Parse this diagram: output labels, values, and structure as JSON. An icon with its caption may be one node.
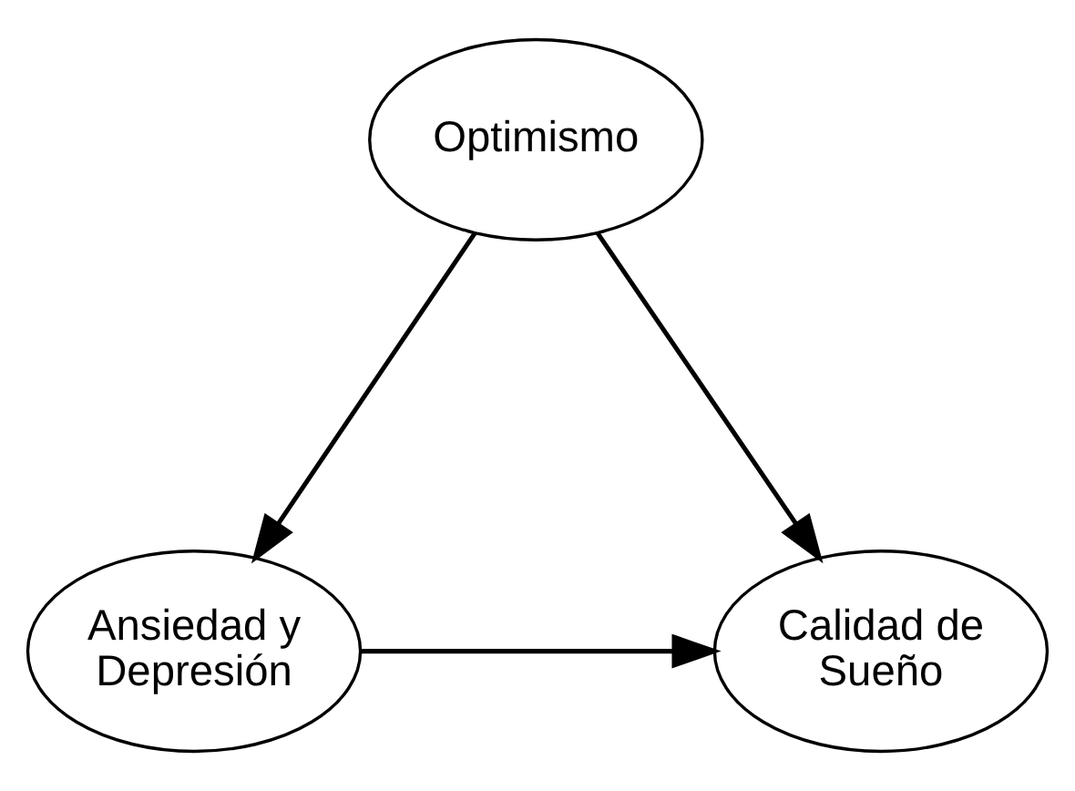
{
  "diagram": {
    "nodes": [
      {
        "text": [
          "Optimismo"
        ]
      },
      {
        "text": [
          "Ansiedad y Depresión"
        ]
      },
      {
        "text": [
          "Calidad de Sueño"
        ]
      }
    ],
    "edges": [
      {
        "from": 0,
        "to": 1,
        "arrow": "to"
      },
      {
        "from": 0,
        "to": 2,
        "arrow": "to"
      },
      {
        "from": 1,
        "to": 2,
        "arrow": "to"
      }
    ]
  }
}
